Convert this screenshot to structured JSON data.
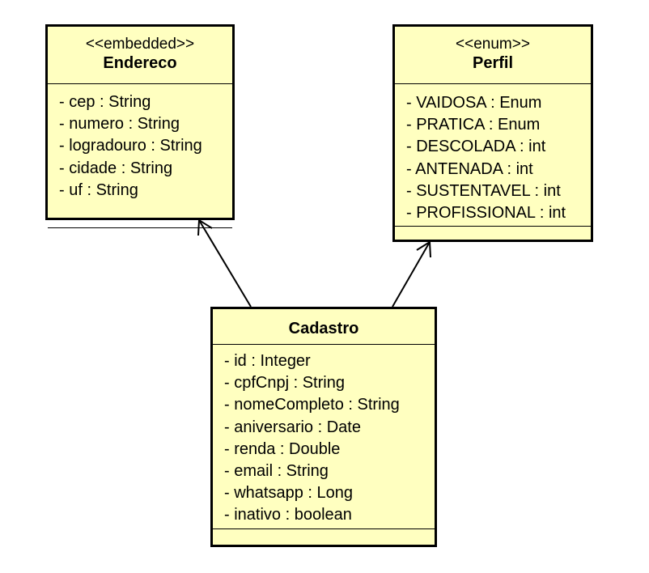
{
  "classes": {
    "endereco": {
      "stereotype": "<<embedded>>",
      "name": "Endereco",
      "attributes": [
        "- cep : String",
        "- numero : String",
        "- logradouro : String",
        "- cidade : String",
        "- uf : String"
      ]
    },
    "perfil": {
      "stereotype": "<<enum>>",
      "name": "Perfil",
      "attributes": [
        "- VAIDOSA : Enum",
        "- PRATICA : Enum",
        "- DESCOLADA : int",
        "- ANTENADA : int",
        "- SUSTENTAVEL : int",
        "- PROFISSIONAL : int"
      ]
    },
    "cadastro": {
      "name": "Cadastro",
      "attributes": [
        "- id : Integer",
        "- cpfCnpj : String",
        "- nomeCompleto : String",
        "- aniversario : Date",
        "- renda : Double",
        "- email : String",
        "- whatsapp : Long",
        "- inativo : boolean"
      ]
    }
  },
  "associations": [
    {
      "from": "Cadastro",
      "to": "Endereco",
      "navigable": true
    },
    {
      "from": "Cadastro",
      "to": "Perfil",
      "navigable": true
    }
  ],
  "colors": {
    "class_fill": "#ffffc0",
    "stroke": "#000000"
  }
}
